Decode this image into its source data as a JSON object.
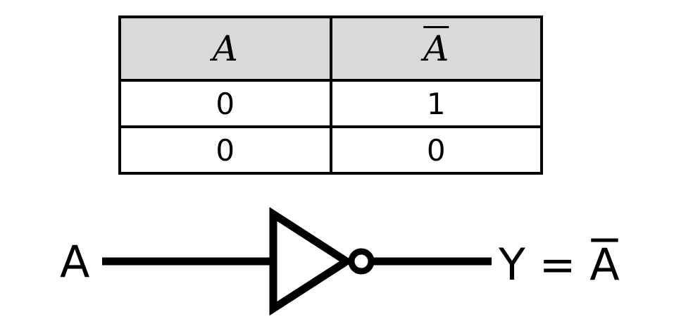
{
  "truth_table": {
    "headers": [
      "A",
      "A"
    ],
    "header_negated": [
      false,
      true
    ],
    "rows": [
      [
        "0",
        "1"
      ],
      [
        "0",
        "0"
      ]
    ]
  },
  "gate": {
    "input_label": "A",
    "output_prefix": "Y = ",
    "output_var": "A"
  },
  "colors": {
    "line": "#000000",
    "header_fill": "#d9d9d9",
    "background": "#ffffff"
  }
}
